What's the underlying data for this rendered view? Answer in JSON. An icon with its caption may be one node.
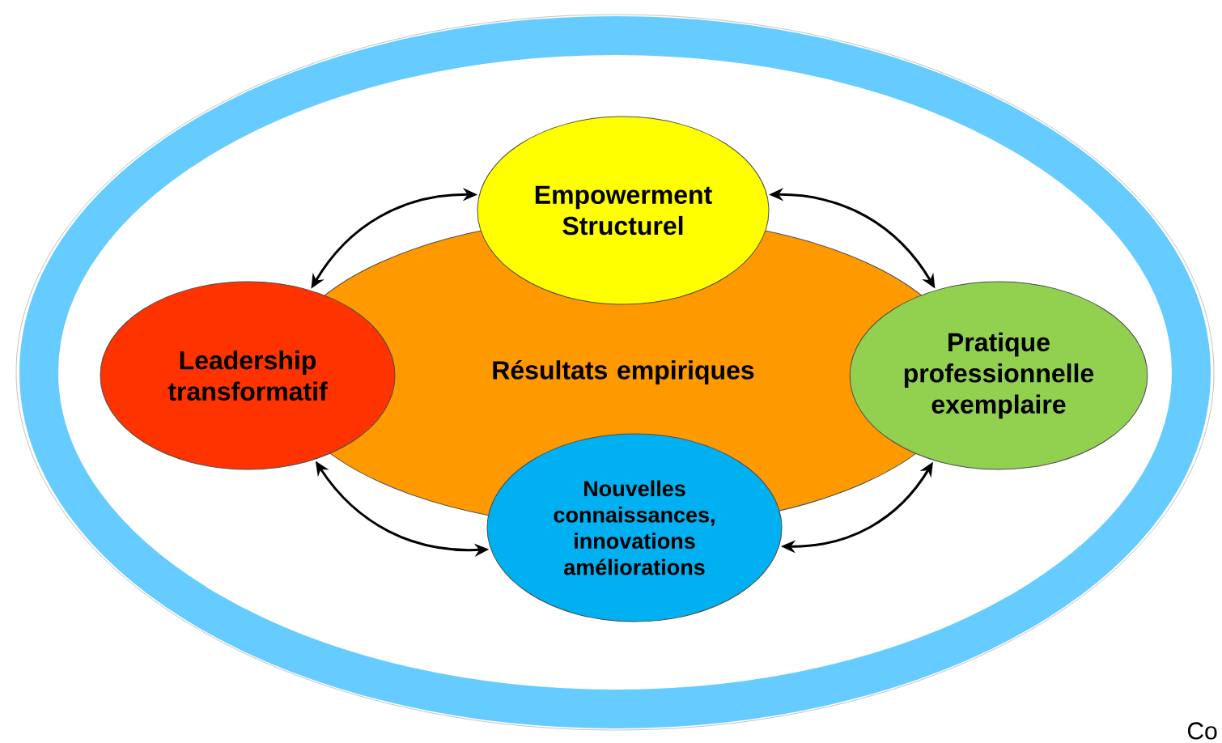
{
  "diagram": {
    "nodes": [
      {
        "text": [
          "Empowerment Structurel"
        ]
      },
      {
        "text": [
          "Leadership transformatif"
        ]
      },
      {
        "text": [
          "Résultats empiriques"
        ]
      },
      {
        "text": [
          "Pratique professionnelle exemplaire"
        ]
      },
      {
        "text": [
          "Nouvelles connaissances, innovations améliorations"
        ]
      }
    ],
    "edges": [
      {
        "from": 1,
        "to": 0,
        "arrow": "both"
      },
      {
        "from": 0,
        "to": 3,
        "arrow": "both"
      },
      {
        "from": 3,
        "to": 4,
        "arrow": "both"
      },
      {
        "from": 4,
        "to": 1,
        "arrow": "both"
      }
    ],
    "labels": [
      "Co"
    ]
  }
}
